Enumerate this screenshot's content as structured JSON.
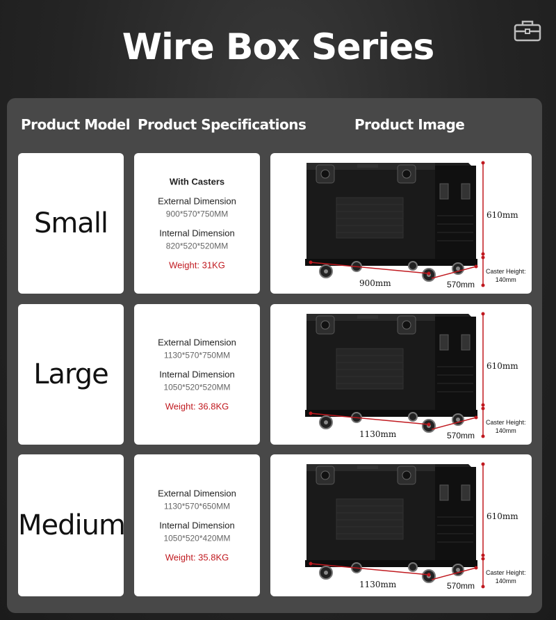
{
  "page": {
    "title": "Wire Box Series"
  },
  "icons": {
    "top_right": "toolbox-icon"
  },
  "headers": {
    "model": "Product Model",
    "specifications": "Product Specifications",
    "image": "Product Image"
  },
  "products": [
    {
      "model": "Small",
      "casters": "With Casters",
      "external_label": "External Dimension",
      "external_value": "900*570*750MM",
      "internal_label": "Internal Dimension",
      "internal_value": "820*520*520MM",
      "weight": "Weight: 31KG",
      "image": {
        "height": "610mm",
        "width": "900mm",
        "depth": "570mm",
        "caster_label": "Caster Height:",
        "caster_value": "140mm"
      }
    },
    {
      "model": "Large",
      "casters": "",
      "external_label": "External Dimension",
      "external_value": "1130*570*750MM",
      "internal_label": "Internal Dimension",
      "internal_value": "1050*520*520MM",
      "weight": "Weight: 36.8KG",
      "image": {
        "height": "610mm",
        "width": "1130mm",
        "depth": "570mm",
        "caster_label": "Caster Height:",
        "caster_value": "140mm"
      }
    },
    {
      "model": "Medium",
      "casters": "",
      "external_label": "External Dimension",
      "external_value": "1130*570*650MM",
      "internal_label": "Internal Dimension",
      "internal_value": "1050*520*420MM",
      "weight": "Weight: 35.8KG",
      "image": {
        "height": "610mm",
        "width": "1130mm",
        "depth": "570mm",
        "caster_label": "Caster Height:",
        "caster_value": "140mm"
      }
    }
  ],
  "colors": {
    "background": "#242424",
    "panel": "#484848",
    "weight_text": "#c0191f",
    "dimension_marker": "#c0191f"
  }
}
